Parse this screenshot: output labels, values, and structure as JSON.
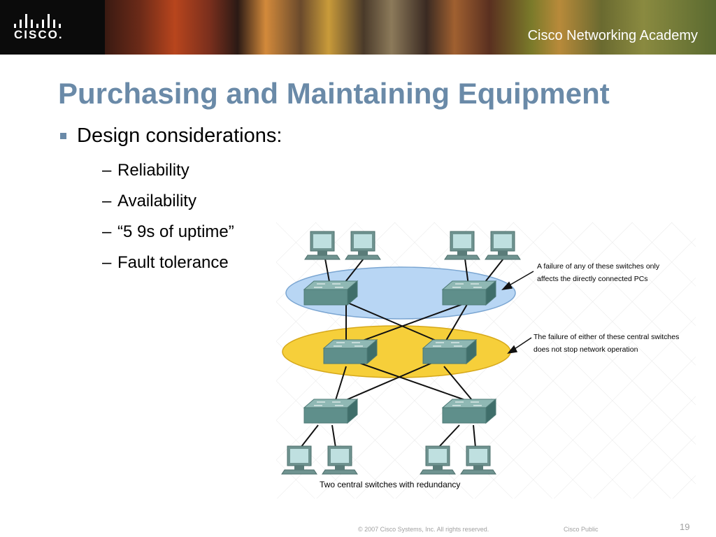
{
  "header": {
    "logo_text": "CISCO.",
    "academy": "Cisco Networking Academy"
  },
  "slide": {
    "title": "Purchasing and Maintaining Equipment",
    "bullet": "Design considerations:",
    "subbullets": [
      "Reliability",
      "Availability",
      "“5 9s of uptime”",
      "Fault tolerance"
    ]
  },
  "diagram": {
    "callout_top_line1": "A failure of any of these switches only",
    "callout_top_line2": "affects the directly connected PCs",
    "callout_mid_line1": "The failure of either of these central switches",
    "callout_mid_line2": "does not stop network operation",
    "caption": "Two central switches with redundancy",
    "colors": {
      "top_ellipse": "#b8d6f4",
      "mid_ellipse": "#f6cf3a",
      "switch": "#5f8f8b",
      "pc": "#8fb0ae"
    }
  },
  "footer": {
    "copyright": "© 2007 Cisco Systems, Inc. All rights reserved.",
    "classification": "Cisco Public",
    "page": "19"
  }
}
